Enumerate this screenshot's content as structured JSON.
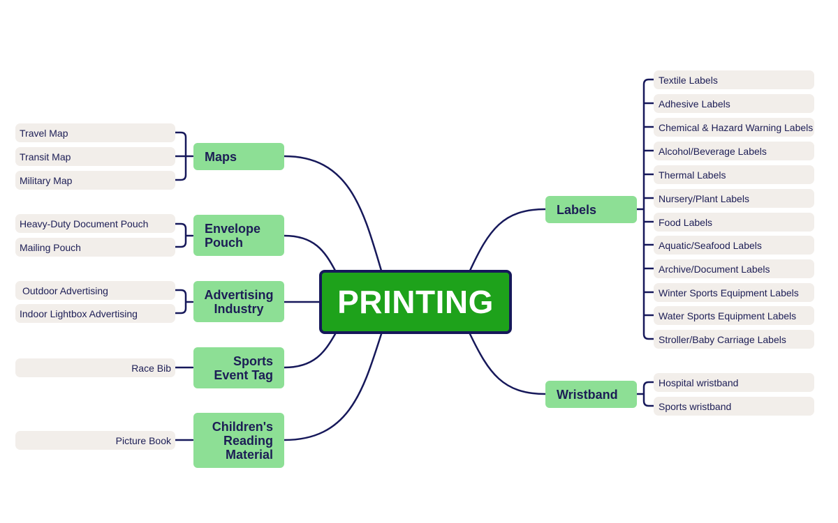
{
  "root": {
    "label": "PRINTING"
  },
  "colors": {
    "root_fill": "#1ea21b",
    "root_border": "#16185a",
    "branch_fill": "#8ddf95",
    "leaf_fill": "#f2eeea",
    "line": "#16185a",
    "text": "#1c1d55"
  },
  "branches": {
    "maps": {
      "label": "Maps",
      "items": [
        "Travel Map",
        "Transit Map",
        "Military Map"
      ]
    },
    "envelope": {
      "label": "Envelope\nPouch",
      "items": [
        "Heavy-Duty Document Pouch",
        "Mailing Pouch"
      ]
    },
    "advertising": {
      "label": "Advertising\nIndustry",
      "items": [
        "Outdoor Advertising",
        "Indoor Lightbox Advertising"
      ]
    },
    "sports": {
      "label": "Sports\nEvent Tag",
      "items": [
        "Race Bib"
      ]
    },
    "children": {
      "label": "Children's\nReading\nMaterial",
      "items": [
        "Picture Book"
      ]
    },
    "labels": {
      "label": "Labels",
      "items": [
        "Textile Labels",
        "Adhesive Labels",
        "Chemical & Hazard Warning Labels",
        "Alcohol/Beverage Labels",
        "Thermal Labels",
        "Nursery/Plant Labels",
        "Food Labels",
        "Aquatic/Seafood Labels",
        "Archive/Document Labels",
        "Winter Sports Equipment Labels",
        "Water Sports Equipment Labels",
        "Stroller/Baby Carriage Labels"
      ]
    },
    "wristband": {
      "label": "Wristband",
      "items": [
        "Hospital wristband",
        "Sports wristband"
      ]
    }
  }
}
